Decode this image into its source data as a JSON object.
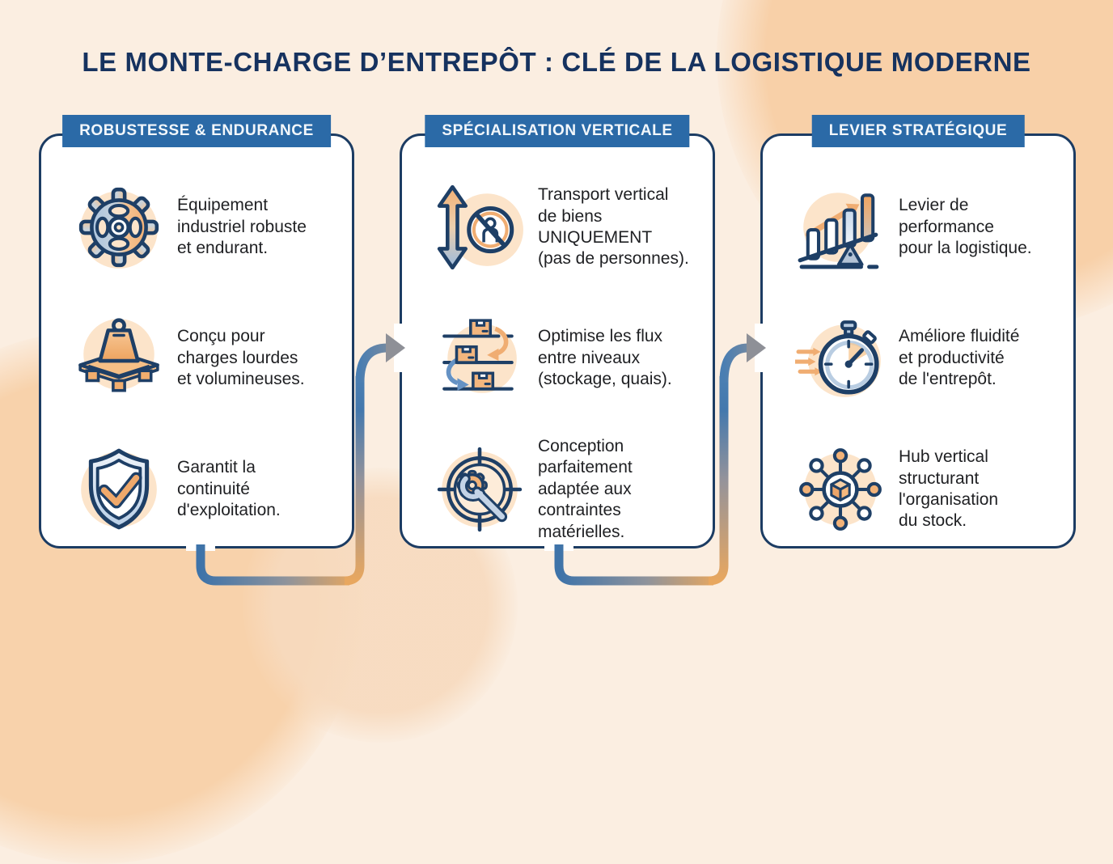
{
  "title": "LE MONTE-CHARGE D’ENTREPÔT : CLÉ DE LA LOGISTIQUE MODERNE",
  "colors": {
    "background": "#fbeee1",
    "blob_peach": "#f8d0a8",
    "header_bg": "#2b6aa7",
    "card_border": "#1c3c63",
    "title_navy": "#16325f",
    "body_text": "#1f2023",
    "icon_navy": "#1e3f66",
    "accent_orange": "#e8a75f",
    "accent_blue": "#4478ad",
    "arrow_gray": "#8e9097"
  },
  "cards": [
    {
      "header": "ROBUSTESSE & ENDURANCE",
      "items": [
        {
          "icon": "gear-icon",
          "text": "Équipement\nindustriel robuste\net endurant."
        },
        {
          "icon": "weight-pallet-icon",
          "text": "Conçu pour\ncharges lourdes\net volumineuses."
        },
        {
          "icon": "shield-check-icon",
          "text": "Garantit la\ncontinuité\nd'exploitation."
        }
      ]
    },
    {
      "header": "SPÉCIALISATION VERTICALE",
      "items": [
        {
          "icon": "vertical-arrows-no-person-icon",
          "text": "Transport vertical\nde biens\nUNIQUEMENT\n(pas de personnes)."
        },
        {
          "icon": "levels-flow-icon",
          "text": "Optimise les flux\nentre niveaux\n(stockage, quais)."
        },
        {
          "icon": "target-gear-wrench-icon",
          "text": "Conception\nparfaitement\nadaptée aux\ncontraintes\nmatérielles."
        }
      ]
    },
    {
      "header": "LEVIER STRATÉGIQUE",
      "items": [
        {
          "icon": "growth-lever-icon",
          "text": "Levier de\nperformance\npour la logistique."
        },
        {
          "icon": "stopwatch-icon",
          "text": "Améliore fluidité\net productivité\nde l'entrepôt."
        },
        {
          "icon": "hub-network-icon",
          "text": "Hub vertical\nstructurant\nl'organisation\ndu stock."
        }
      ]
    }
  ]
}
